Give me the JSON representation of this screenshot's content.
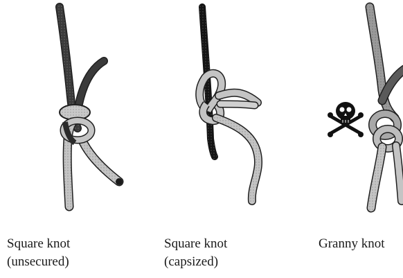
{
  "captions": [
    {
      "line1": "Square knot",
      "line2": "(unsecured)"
    },
    {
      "line1": "Square knot",
      "line2": "(capsized)"
    },
    {
      "line1": "Granny knot",
      "line2": ""
    }
  ],
  "colors": {
    "dark_rope": "#2b2b2b",
    "light_rope": "#bdbdbd",
    "rope_outline": "#1f1f1f",
    "background": "#ffffff"
  },
  "icons": {
    "warning": "skull-and-crossbones-icon"
  }
}
